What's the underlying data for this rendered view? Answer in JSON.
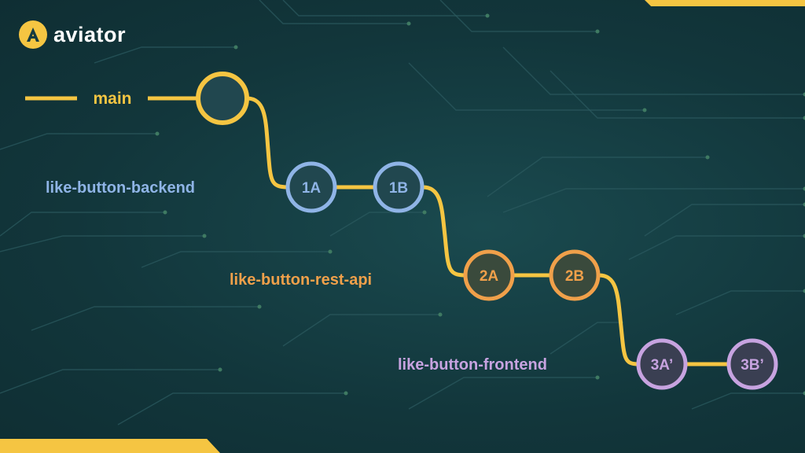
{
  "brand": {
    "name": "aviator",
    "icon": "aviator-logo-icon"
  },
  "colors": {
    "background": "#143a40",
    "main": "#f5c542",
    "backend": "#8fb4e6",
    "rest_api": "#f0a04a",
    "frontend": "#c7a3e0",
    "node_fill": "#21474f"
  },
  "branches": {
    "main": {
      "label": "main"
    },
    "backend": {
      "label": "like-button-backend",
      "commits": [
        "1A",
        "1B"
      ]
    },
    "rest_api": {
      "label": "like-button-rest-api",
      "commits": [
        "2A",
        "2B"
      ]
    },
    "frontend": {
      "label": "like-button-frontend",
      "commits": [
        "3A’",
        "3B’"
      ]
    }
  }
}
